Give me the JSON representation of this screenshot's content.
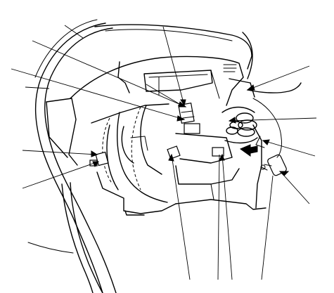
{
  "diagram": {
    "callouts": [
      {
        "id": "c1"
      },
      {
        "id": "c2"
      },
      {
        "id": "c3"
      },
      {
        "id": "c4"
      },
      {
        "id": "c5"
      },
      {
        "id": "c6"
      },
      {
        "id": "c7"
      },
      {
        "id": "c8"
      },
      {
        "id": "c9"
      },
      {
        "id": "c10"
      },
      {
        "id": "c11"
      },
      {
        "id": "c12"
      },
      {
        "id": "c13"
      }
    ]
  }
}
